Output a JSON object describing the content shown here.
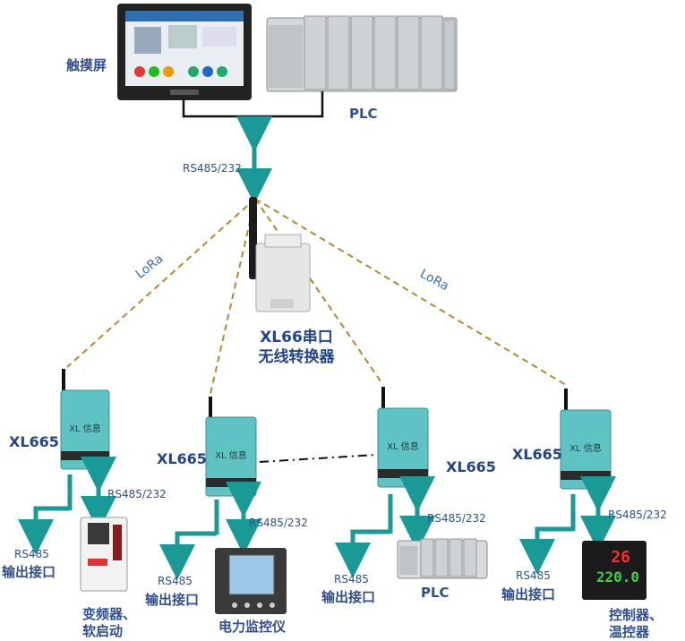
{
  "top": {
    "touchscreen_label": "触摸屏",
    "plc_label": "PLC",
    "link_label": "RS485/232"
  },
  "converter": {
    "title_line1": "XL66串口",
    "title_line2": "无线转换器",
    "lora_left": "LoRa",
    "lora_right": "LoRa"
  },
  "modules": [
    {
      "name": "XL665",
      "rs232_label": "RS485/232",
      "out_label_1": "RS485",
      "out_label_2": "输出接口",
      "device_label_1": "变频器、",
      "device_label_2": "软启动"
    },
    {
      "name": "XL665",
      "rs232_label": "RS485/232",
      "out_label_1": "RS485",
      "out_label_2": "输出接口",
      "device_label_1": "电力监控仪",
      "device_label_2": ""
    },
    {
      "name": "XL665",
      "rs232_label": "RS485/232",
      "out_label_1": "RS485",
      "out_label_2": "输出接口",
      "device_label_1": "PLC",
      "device_label_2": ""
    },
    {
      "name": "XL665",
      "rs232_label": "RS485/232",
      "out_label_1": "RS485",
      "out_label_2": "输出接口",
      "device_label_1": "控制器、",
      "device_label_2": "温控器"
    }
  ],
  "device_screen": {
    "top_value": "26",
    "bottom_value": "220.0"
  },
  "module_face_text": "XL 信息",
  "colors": {
    "arrow": "#1a9a96",
    "lora_line": "#b8862e",
    "module_body": "#5fc3c3",
    "label": "#2f4f8f"
  }
}
